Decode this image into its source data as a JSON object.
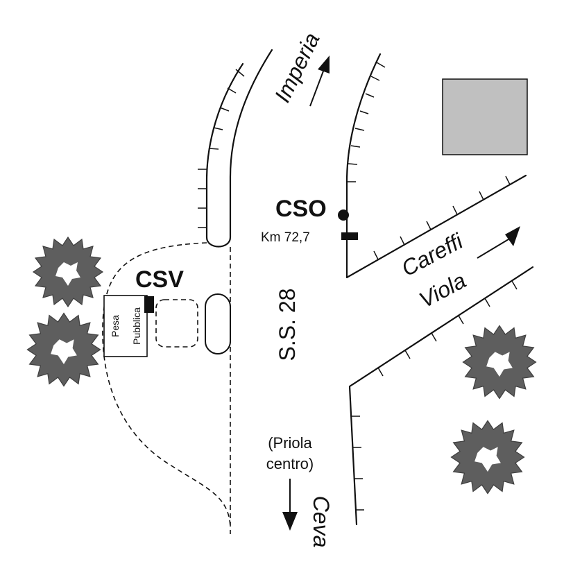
{
  "labels": {
    "imperia": "Imperia",
    "cso": "CSO",
    "km": "Km 72,7",
    "csv": "CSV",
    "pesa_line1": "Pesa",
    "pesa_line2": "Pubblica",
    "ss28": "S.S. 28",
    "careffi": "Careffi",
    "viola": "Viola",
    "priola_line1": "(Priola",
    "priola_line2": "centro)",
    "ceva": "Ceva"
  },
  "colors": {
    "ink": "#111111",
    "building": "#c0c0c0",
    "bush": "#5e5e5e"
  },
  "icons": {
    "cso_marker": "filled-circle",
    "km_marker": "filled-rectangle",
    "csv_marker": "filled-rectangle",
    "direction": "arrow",
    "vegetation": "bush"
  }
}
